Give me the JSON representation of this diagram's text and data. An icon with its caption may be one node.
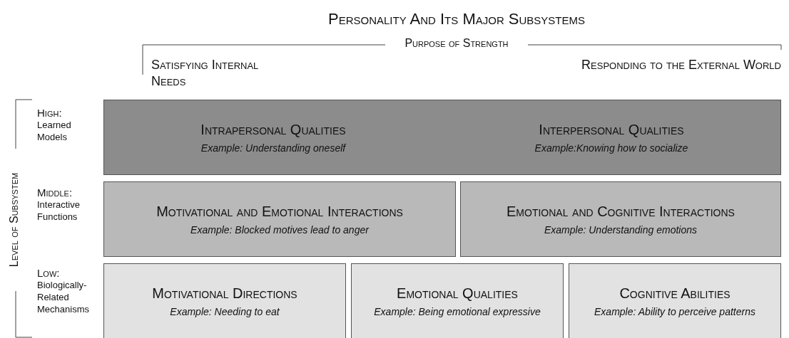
{
  "diagram": {
    "title": "Personality And Its Major Subsystems",
    "nodes": [
      {
        "text": [
          "Intrapersonal Qualities",
          "Example: Understanding oneself",
          "Interpersonal Qualities",
          "Example:Knowing how to socialize"
        ]
      },
      {
        "text": [
          "Motivational and Emotional Interactions",
          "Example: Blocked motives lead to anger"
        ]
      },
      {
        "text": [
          "Emotional and Cognitive Interactions",
          "Example: Understanding emotions"
        ]
      },
      {
        "text": [
          "Motivational Directions",
          "Example: Needing to eat"
        ]
      },
      {
        "text": [
          "Emotional Qualities",
          "Example: Being emotional expressive"
        ]
      },
      {
        "text": [
          "Cognitive Abilities",
          "Example: Ability to perceive patterns"
        ]
      }
    ],
    "edges": [],
    "labels": [
      "Purpose of Strength",
      "Satisfying Internal Needs",
      "Responding to the External World",
      "Level of Subsystem",
      "High:",
      "Learned Models",
      "Middle:",
      "Interactive Functions",
      "Low:",
      "Biologically-Related Mechanisms"
    ]
  }
}
